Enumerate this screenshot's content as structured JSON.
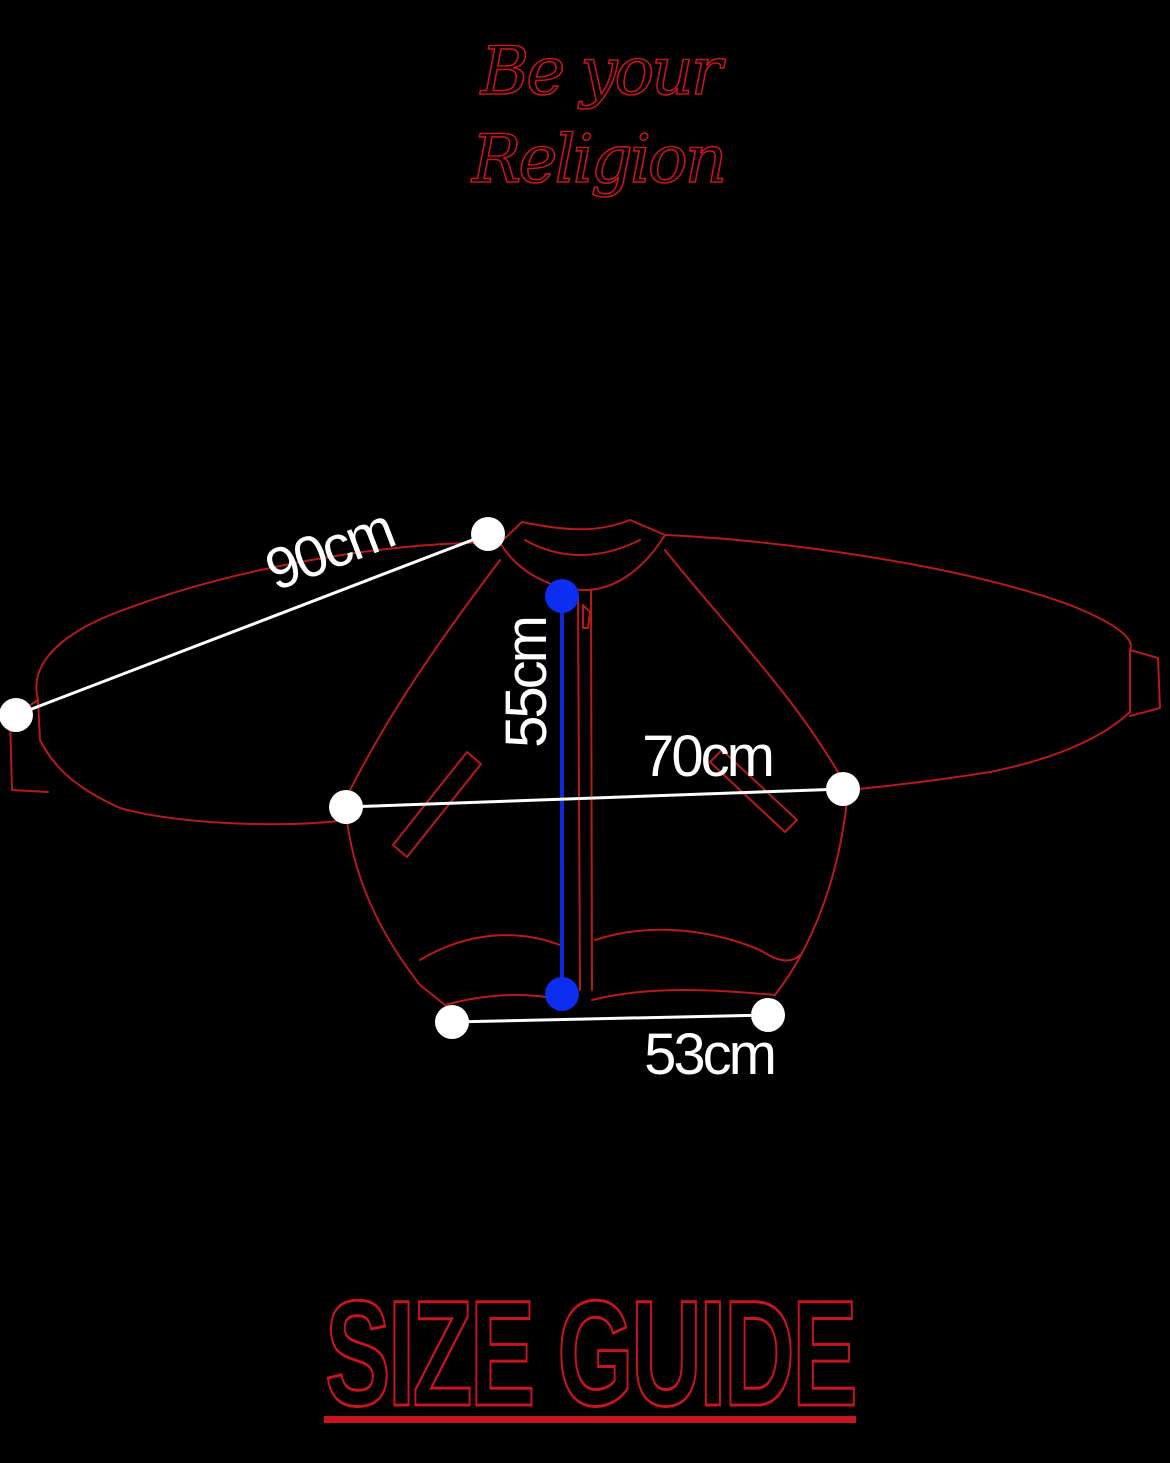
{
  "brand": {
    "line1": "Be your",
    "line2": "Religion"
  },
  "measurements": {
    "sleeve": "90cm",
    "length": "55cm",
    "chest": "70cm",
    "hem": "53cm"
  },
  "title": "SIZE GUIDE",
  "colors": {
    "background": "#000000",
    "accent_red": "#c8141c",
    "measure_white": "#ffffff",
    "measure_blue": "#0c2ef0"
  }
}
